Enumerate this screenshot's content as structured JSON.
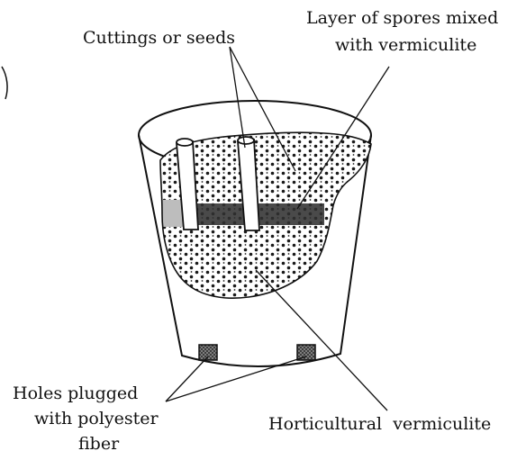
{
  "labels": {
    "cuttings": "Cuttings or seeds",
    "spores_line1": "Layer of spores mixed",
    "spores_line2": "with vermiculite",
    "holes_line1": "Holes plugged",
    "holes_line2": "with polyester",
    "holes_line3": "fiber",
    "vermiculite": "Horticultural  vermiculite"
  },
  "colors": {
    "ink": "#111111",
    "paper": "#ffffff",
    "cutaway": "#b9b9b9",
    "spore_band": "#4a4a4a"
  }
}
